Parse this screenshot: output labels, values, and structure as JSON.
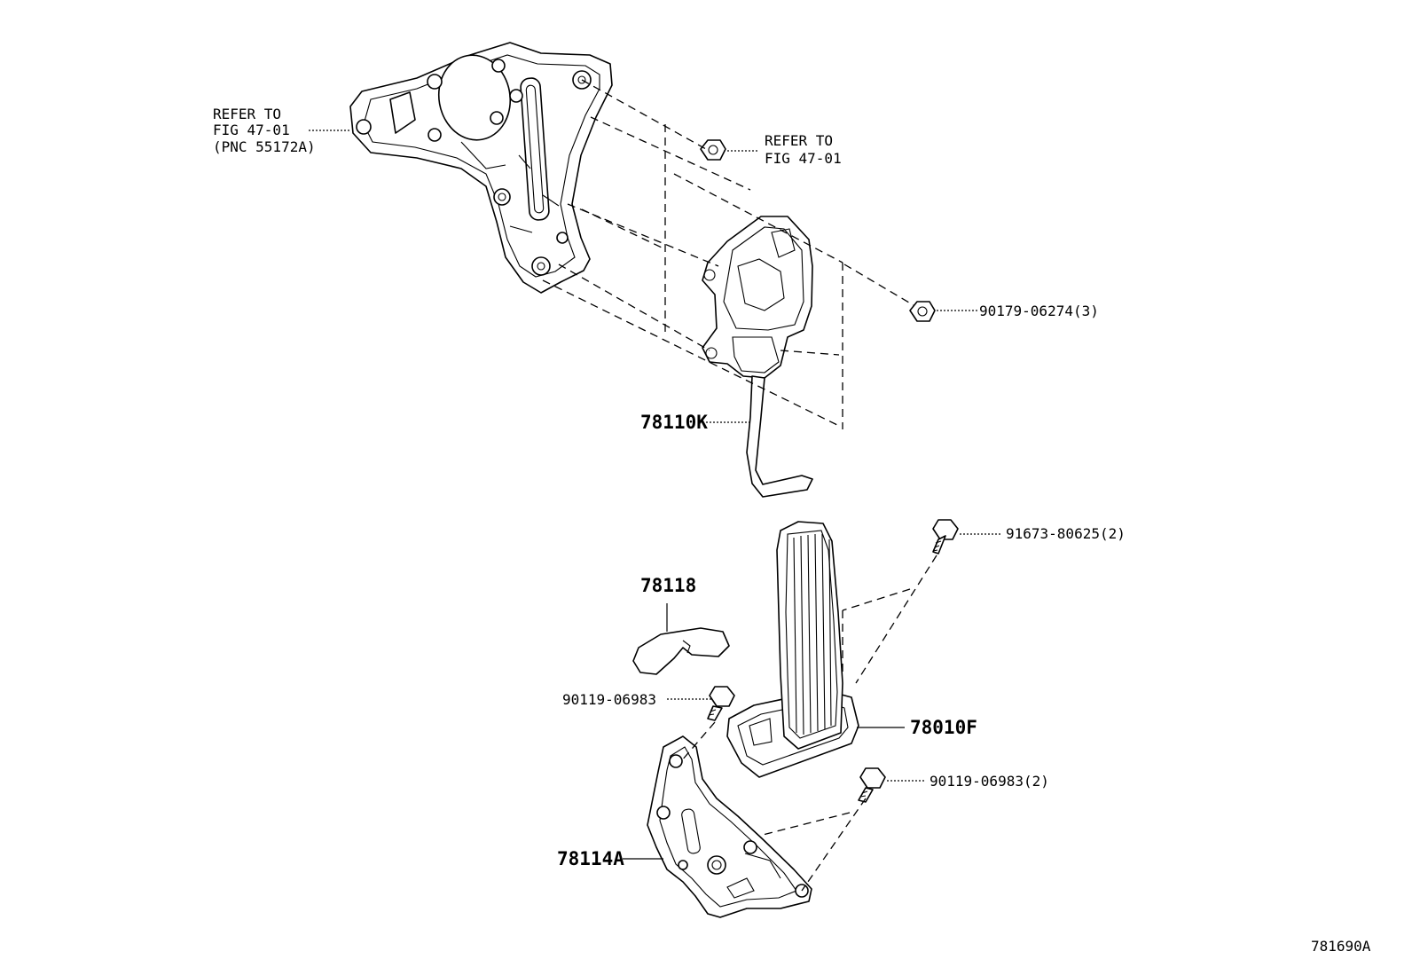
{
  "labels": {
    "refer_bracket_line1": "REFER TO",
    "refer_bracket_line2": "FIG 47-01",
    "refer_bracket_line3": "(PNC 55172A)",
    "refer_nut_line1": "REFER TO",
    "refer_nut_line2": "FIG 47-01",
    "nut_part": "90179-06274(3)",
    "actuator_part": "78110K",
    "bolt_upper_part": "91673-80625(2)",
    "cushion_part": "78118",
    "bolt_left_part": "90119-06983",
    "pedal_part": "78010F",
    "bolt_lower_part": "90119-06983(2)",
    "bracket_part": "78114A",
    "figure_code": "781690A"
  }
}
